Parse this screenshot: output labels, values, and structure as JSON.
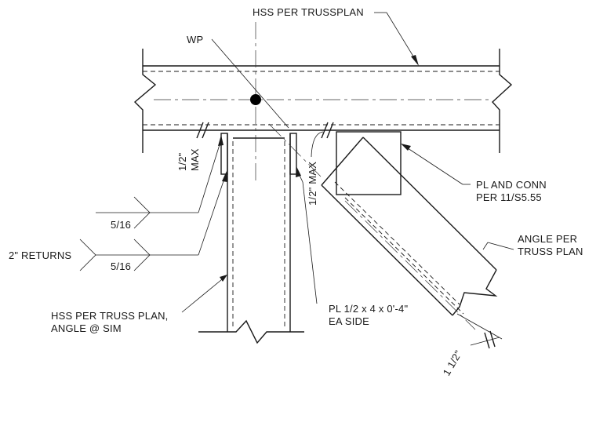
{
  "labels": {
    "hss_top": "HSS PER TRUSSPLAN",
    "wp": "WP",
    "pl_conn_1": "PL AND CONN",
    "pl_conn_2": "PER 11/S5.55",
    "angle_1": "ANGLE PER",
    "angle_2": "TRUSS PLAN",
    "gap_left_1": "1/2\"",
    "gap_left_2": "MAX",
    "gap_right": "1/2\" MAX",
    "weld_1": "5/16",
    "weld_2": "5/16",
    "returns": "2\" RETURNS",
    "hss_bottom_1": "HSS PER TRUSS PLAN,",
    "hss_bottom_2": "ANGLE @ SIM",
    "pl_side_1": "PL 1/2 x 4 x 0'-4\"",
    "pl_side_2": "EA SIDE",
    "dim_bottom": "1 1/2\""
  }
}
